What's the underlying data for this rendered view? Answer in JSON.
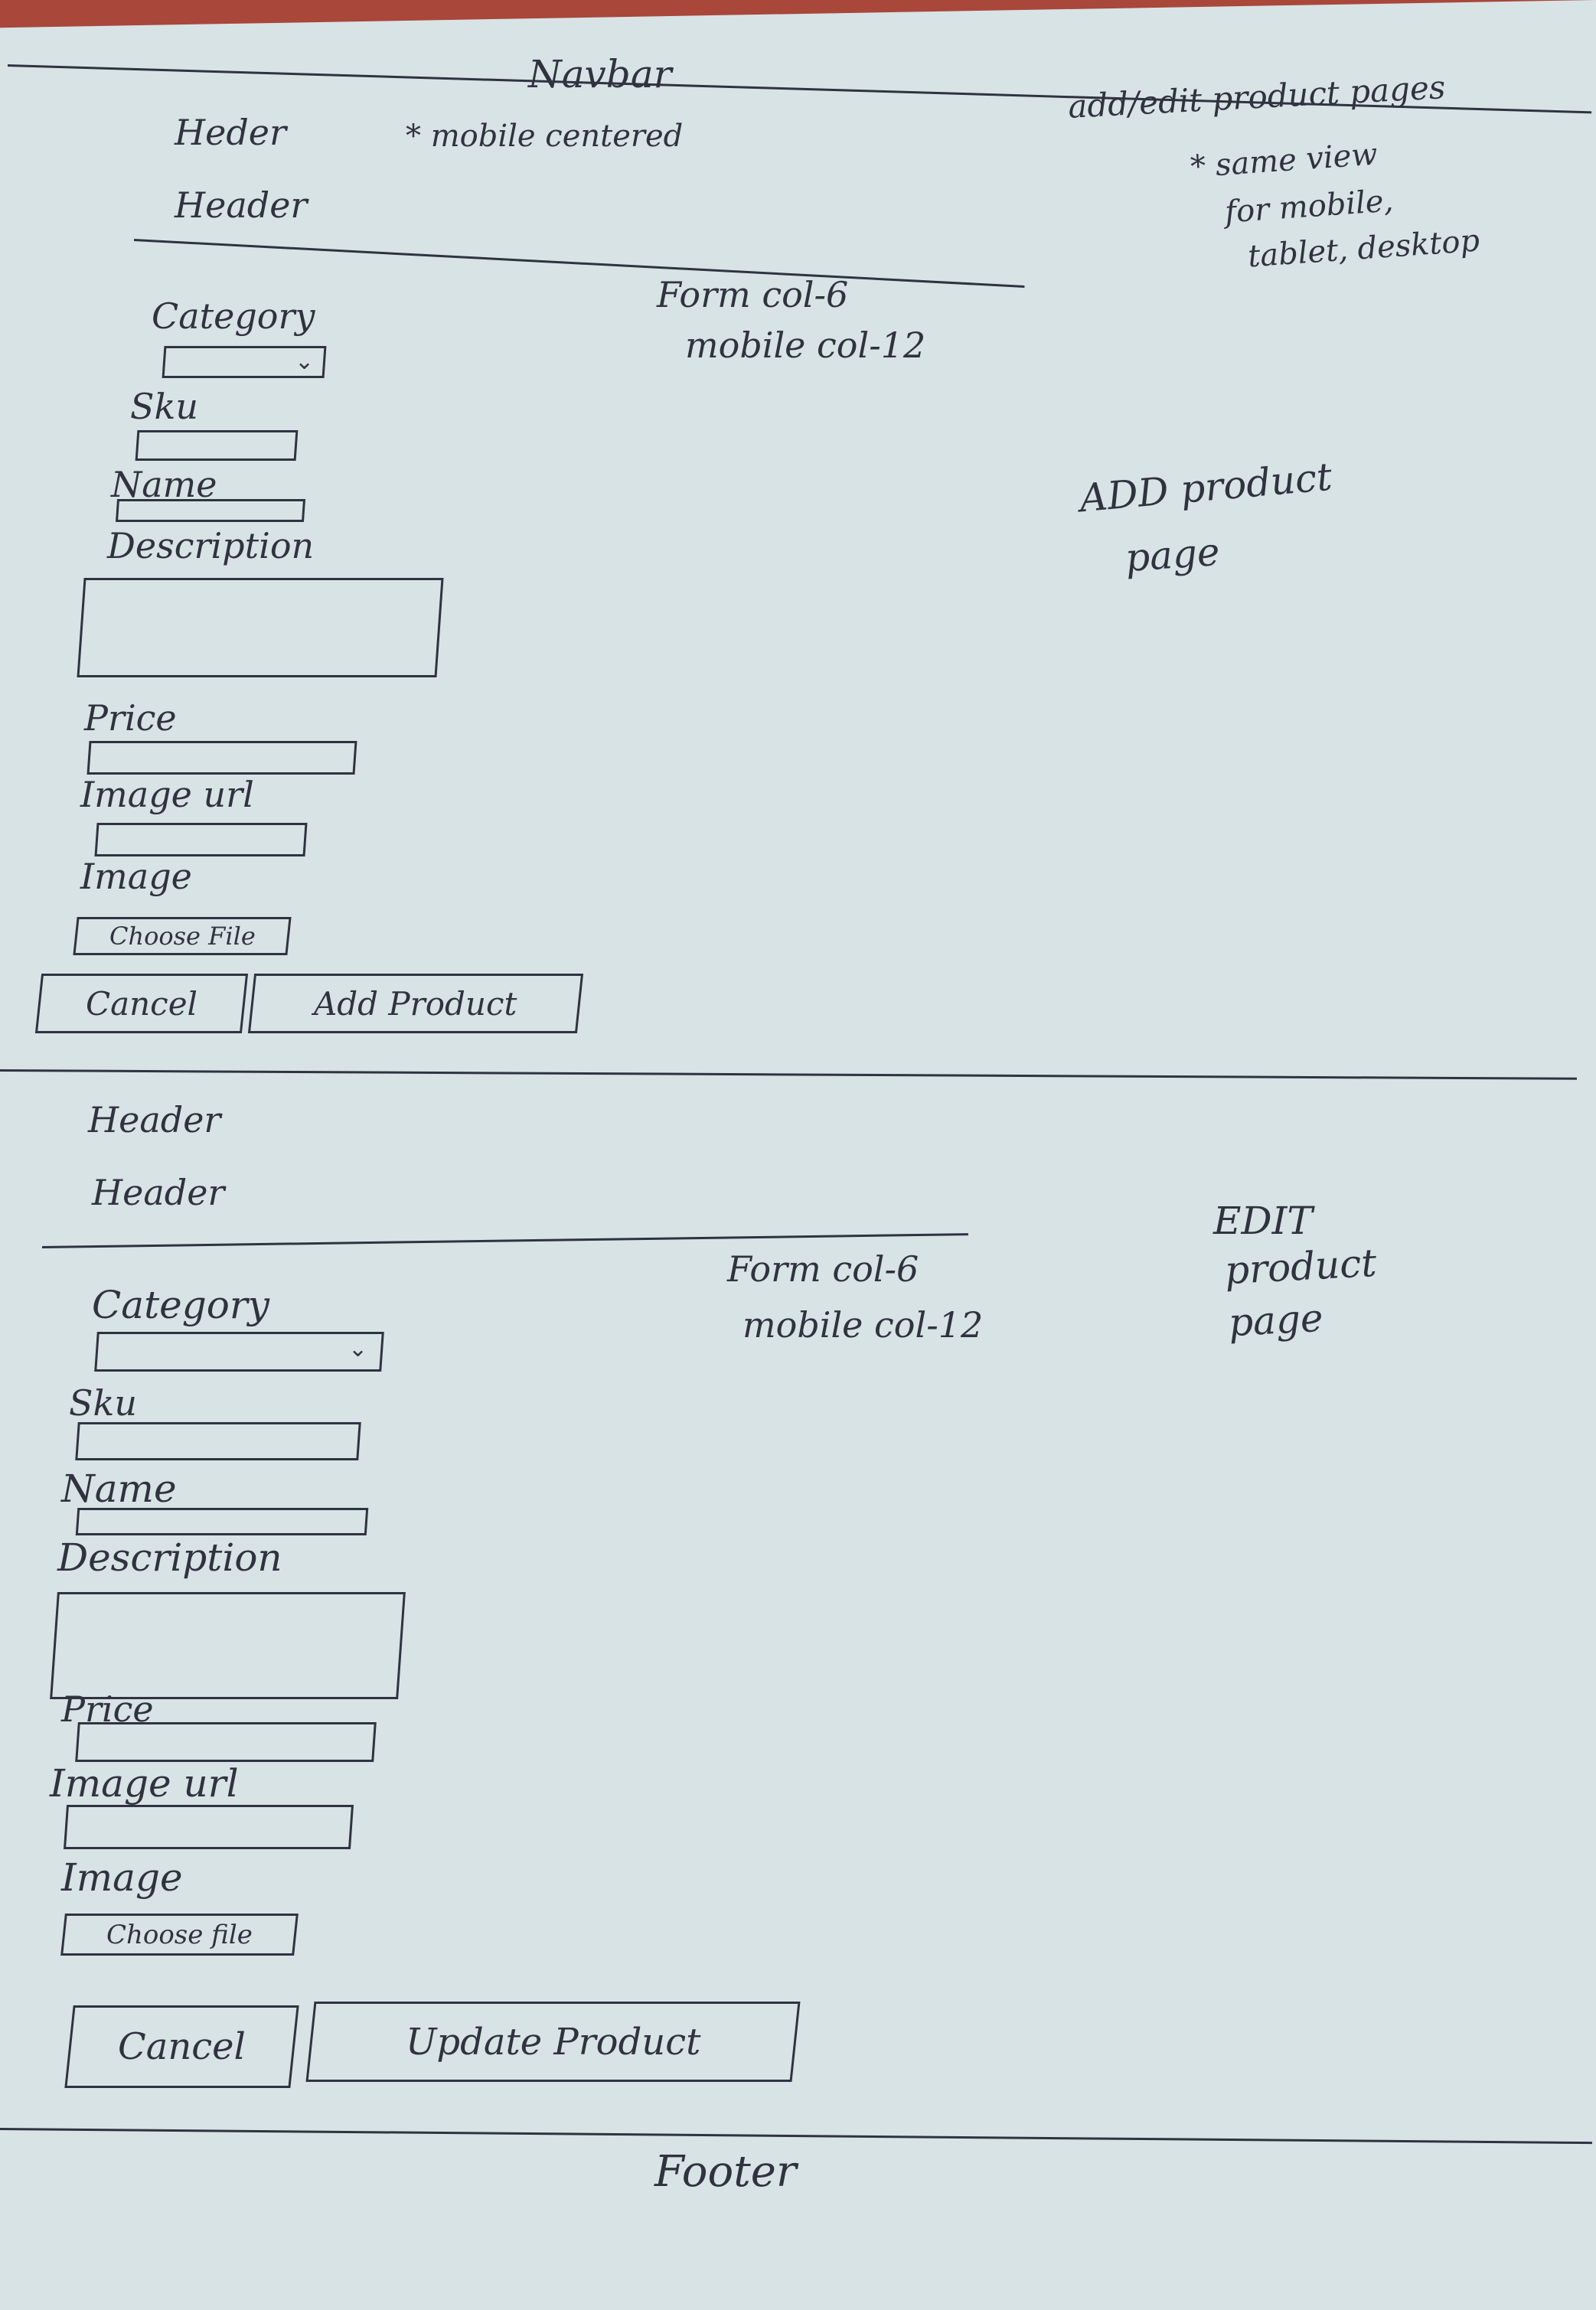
{
  "page": {
    "navbar": "Navbar",
    "page_note": "add/edit product pages",
    "header_note_1": "Heder",
    "mobile_note": "* mobile centered",
    "header_note_2": "Header",
    "view_note": [
      "* same view",
      "for mobile,",
      "tablet, desktop"
    ],
    "footer": "Footer"
  },
  "add_section": {
    "header_1": "Header",
    "form_note": [
      "Form col-6",
      "mobile col-12"
    ],
    "section_label": [
      "ADD product",
      "page"
    ],
    "fields": {
      "category": "Category",
      "sku": "Sku",
      "name": "Name",
      "description": "Description",
      "price": "Price",
      "image_url": "Image url",
      "image": "Image"
    },
    "choose_file": "Choose File",
    "cancel": "Cancel",
    "submit": "Add Product"
  },
  "edit_section": {
    "header_1": "Header",
    "header_2": "Header",
    "form_note": [
      "Form col-6",
      "mobile col-12"
    ],
    "section_label": [
      "EDIT",
      "product",
      "page"
    ],
    "fields": {
      "category": "Category",
      "sku": "Sku",
      "name": "Name",
      "description": "Description",
      "price": "Price",
      "image_url": "Image url",
      "image": "Image"
    },
    "choose_file": "Choose file",
    "cancel": "Cancel",
    "submit": "Update Product"
  },
  "icons": {
    "select_arrow": "chevron-down-icon"
  },
  "colors": {
    "paper": "#d8e3e6",
    "ink": "#2f3341",
    "background_fabric": "#a8473a"
  }
}
